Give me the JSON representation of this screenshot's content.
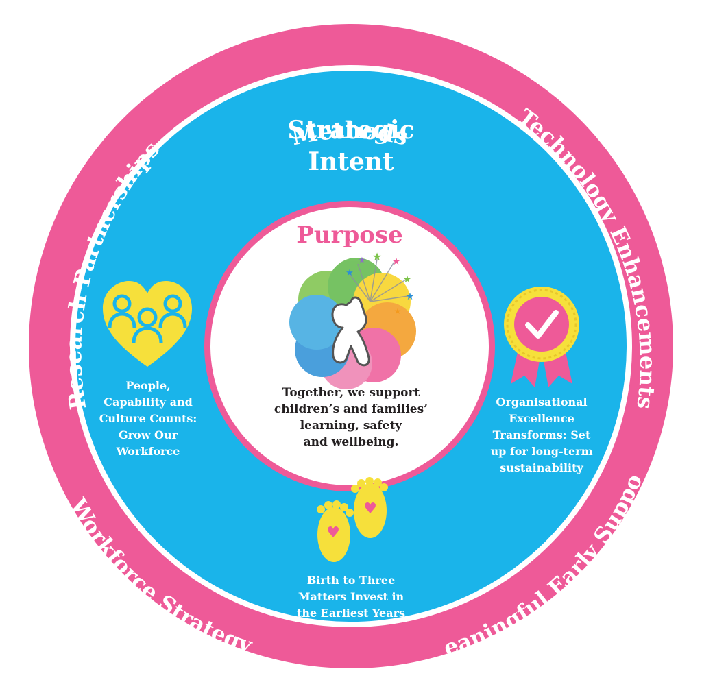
{
  "colors": {
    "ring": "#ee5a98",
    "inner": "#1ab4ea",
    "center_border": "#ee5a98",
    "accent_yellow": "#f6e03b",
    "badge_pink": "#ee5a98",
    "text_white": "#ffffff",
    "text_dark": "#231f20"
  },
  "ring": {
    "top_label": "Methods",
    "left_label": "Research Partnerships",
    "right_label": "Technology Enhancements",
    "bottom_left_label": "Workforce Strategy",
    "bottom_right_label": "Meaningful Early Support"
  },
  "strategic_intent": {
    "line1": "Strategic",
    "line2": "Intent"
  },
  "purpose": {
    "title": "Purpose",
    "lines": [
      "Together, we support",
      "children’s and families’",
      "learning, safety",
      "and wellbeing."
    ]
  },
  "pillars": {
    "people": {
      "icon": "heart-people-icon",
      "lines": [
        "People,",
        "Capability and",
        "Culture Counts:",
        "Grow Our",
        "Workforce"
      ]
    },
    "excellence": {
      "icon": "award-ribbon-icon",
      "lines": [
        "Organisational",
        "Excellence",
        "Transforms: Set",
        "up for long-term",
        "sustainability"
      ]
    },
    "birth": {
      "icon": "baby-feet-icon",
      "lines": [
        "Birth to Three",
        "Matters Invest in",
        "the Earliest Years"
      ]
    }
  }
}
